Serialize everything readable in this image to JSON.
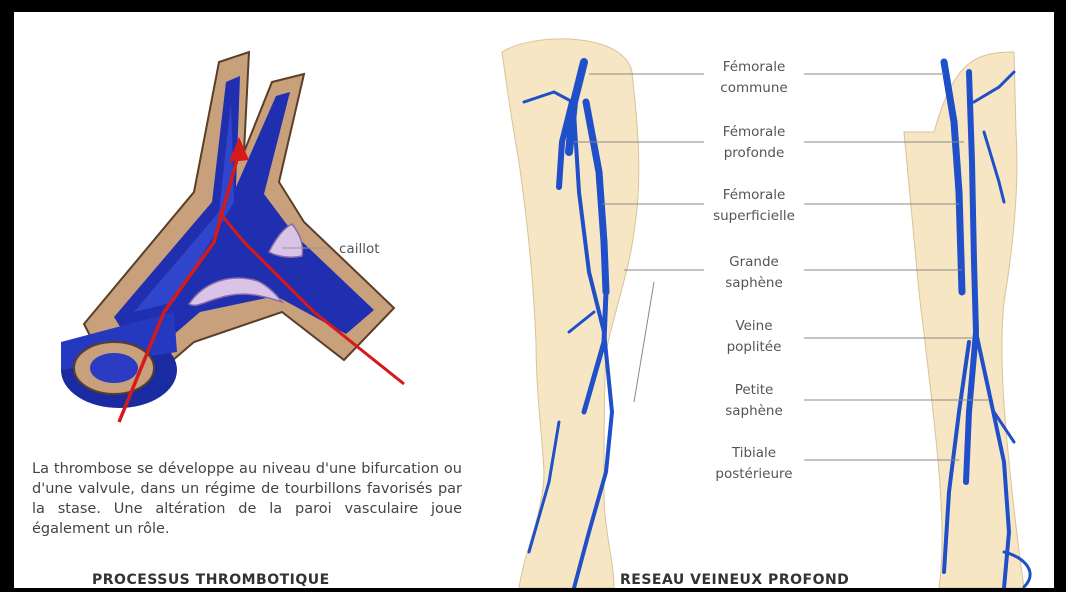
{
  "left_panel": {
    "clot_label": "caillot",
    "caption": "La thrombose se développe au niveau d'une bifurcation ou d'une valvule, dans un régime de tourbillons favorisés par la stase. Une altération de la paroi vasculaire joue également un rôle.",
    "footer": "PROCESSUS THROMBOTIQUE"
  },
  "right_panel": {
    "footer": "RESEAU VEINEUX PROFOND",
    "labels": [
      {
        "line1": "Fémorale",
        "line2": "commune"
      },
      {
        "line1": "Fémorale",
        "line2": "profonde"
      },
      {
        "line1": "Fémorale",
        "line2": "superficielle"
      },
      {
        "line1": "Grande",
        "line2": "saphène"
      },
      {
        "line1": "Veine",
        "line2": "poplitée"
      },
      {
        "line1": "Petite",
        "line2": "saphène"
      },
      {
        "line1": "Tibiale",
        "line2": "postérieure"
      }
    ]
  },
  "colors": {
    "vein_blue": "#1f4fc9",
    "vein_dark": "#10207a",
    "wall_tan": "#c8a07c",
    "skin": "#f7e6c4",
    "arrow_red": "#d61a1a",
    "clot": "#d9c4e8"
  }
}
